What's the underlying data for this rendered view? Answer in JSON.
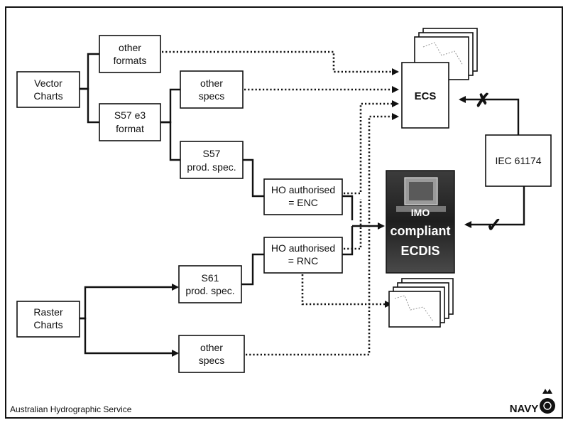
{
  "nodes": {
    "vector_charts": [
      "Vector",
      "Charts"
    ],
    "other_formats": [
      "other",
      "formats"
    ],
    "s57_e3_format": [
      "S57 e3",
      "format"
    ],
    "other_specs_top": [
      "other",
      "specs"
    ],
    "s57_prod_spec": [
      "S57",
      "prod. spec."
    ],
    "ho_enc": [
      "HO authorised",
      "= ENC"
    ],
    "ho_rnc": [
      "HO authorised",
      "= RNC"
    ],
    "s61_prod_spec": [
      "S61",
      "prod. spec."
    ],
    "raster_charts": [
      "Raster",
      "Charts"
    ],
    "other_specs_bottom": [
      "other",
      "specs"
    ],
    "ecs": "ECS",
    "iec": "IEC 61174",
    "ecdis": [
      "IMO",
      "compliant",
      "ECDIS"
    ]
  },
  "marks": {
    "reject": "✗",
    "accept": "✓"
  },
  "footer": {
    "organisation": "Australian Hydrographic Service",
    "logo_text": "NAVY"
  },
  "colors": {
    "line": "#111111",
    "ecdis_photo_dark": "#2a2a2a"
  }
}
